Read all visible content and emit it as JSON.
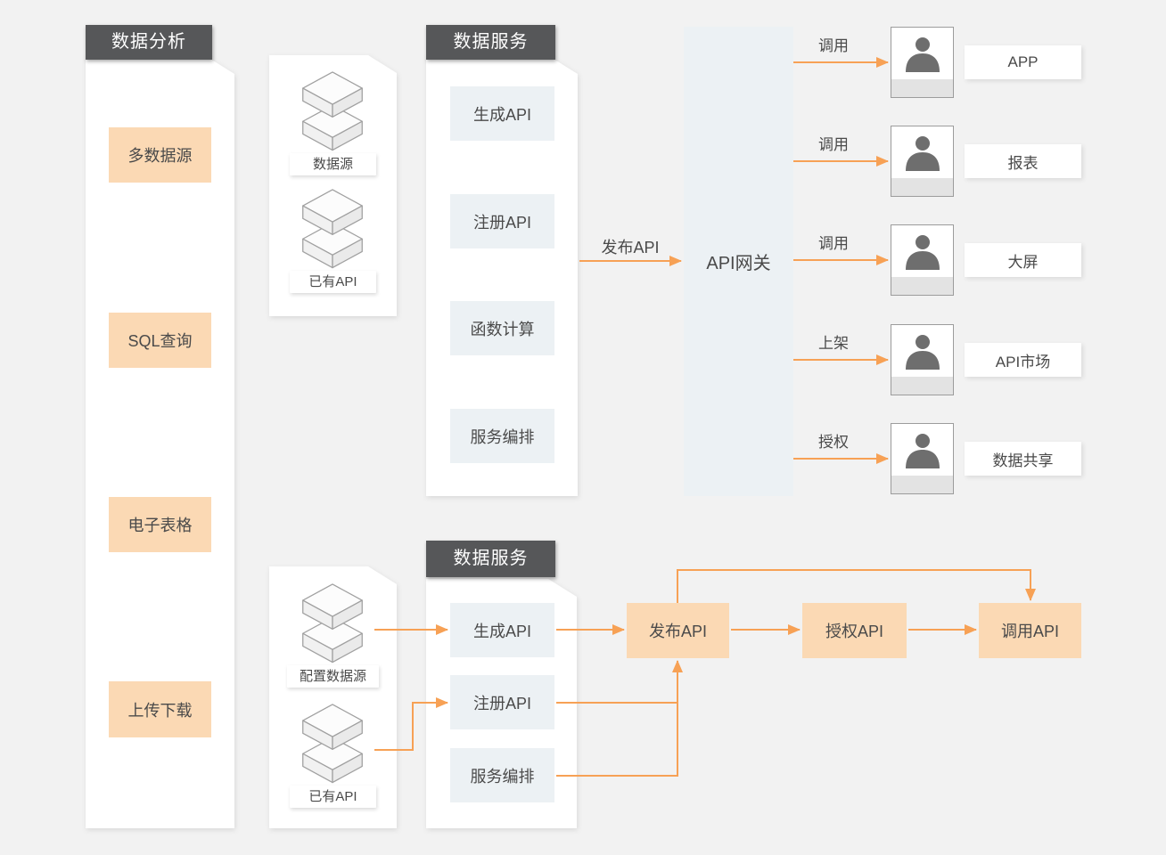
{
  "colors": {
    "accent": "#F7A155",
    "peach": "#FBD9B4",
    "tag_bg": "#565759",
    "item_bg": "#ECF1F4",
    "gateway_bg": "#ECF1F4",
    "text": "#4A4A4A"
  },
  "left_panel": {
    "title": "数据分析",
    "items": [
      {
        "label": "多数据源"
      },
      {
        "label": "SQL查询"
      },
      {
        "label": "电子表格"
      },
      {
        "label": "上传下载"
      }
    ]
  },
  "top_sources_panel": {
    "items": [
      {
        "icon": "database-stack-icon",
        "label": "数据源"
      },
      {
        "icon": "database-stack-icon",
        "label": "已有API"
      }
    ]
  },
  "top_service_panel": {
    "title": "数据服务",
    "items": [
      {
        "label": "生成API"
      },
      {
        "label": "注册API"
      },
      {
        "label": "函数计算"
      },
      {
        "label": "服务编排"
      }
    ]
  },
  "gateway": {
    "label": "API网关",
    "publish_arrow_label": "发布API"
  },
  "consumers": [
    {
      "action": "调用",
      "target": "APP"
    },
    {
      "action": "调用",
      "target": "报表"
    },
    {
      "action": "调用",
      "target": "大屏"
    },
    {
      "action": "上架",
      "target": "API市场"
    },
    {
      "action": "授权",
      "target": "数据共享"
    }
  ],
  "bottom_sources_panel": {
    "items": [
      {
        "icon": "database-stack-icon",
        "label": "配置数据源"
      },
      {
        "icon": "database-stack-icon",
        "label": "已有API"
      }
    ]
  },
  "bottom_service_panel": {
    "title": "数据服务",
    "items": [
      {
        "label": "生成API"
      },
      {
        "label": "注册API"
      },
      {
        "label": "服务编排"
      }
    ]
  },
  "bottom_flow": [
    {
      "label": "发布API"
    },
    {
      "label": "授权API"
    },
    {
      "label": "调用API"
    }
  ]
}
